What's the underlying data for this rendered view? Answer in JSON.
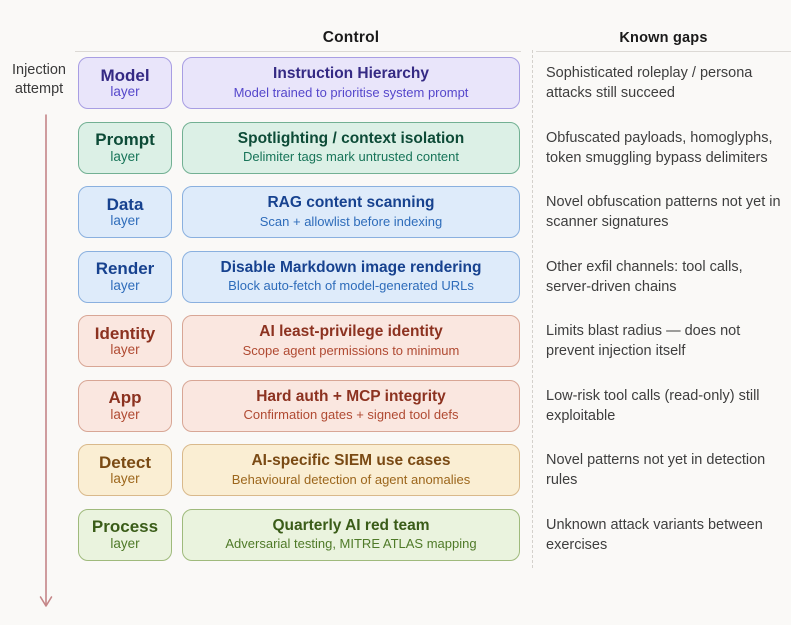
{
  "header": {
    "control_label": "Control",
    "known_gaps_label": "Known gaps"
  },
  "injection_label": "Injection\nattempt",
  "colors": {
    "page_background": "#faf9f7",
    "header_text": "#1a1a1a",
    "gap_text": "#3e3e3e",
    "injection_arrow": "#c48587",
    "divider": "#d4d1cc",
    "header_rule": "#dcd9d5"
  },
  "rows": [
    {
      "layer": "Model",
      "layer_sub": "layer",
      "control_title": "Instruction Hierarchy",
      "control_sub": "Model trained to prioritise system prompt",
      "gap": "Sophisticated roleplay / persona attacks still succeed",
      "colors": {
        "bg": "#e9e5fa",
        "border": "#a89ee3",
        "title": "#352a84",
        "sub": "#5547cb"
      }
    },
    {
      "layer": "Prompt",
      "layer_sub": "layer",
      "control_title": "Spotlighting / context isolation",
      "control_sub": "Delimiter tags mark untrusted content",
      "gap": "Obfuscated payloads, homoglyphs, token smuggling bypass delimiters",
      "colors": {
        "bg": "#dcf0e6",
        "border": "#72b093",
        "title": "#0d4b37",
        "sub": "#177458"
      }
    },
    {
      "layer": "Data",
      "layer_sub": "layer",
      "control_title": "RAG content scanning",
      "control_sub": "Scan + allowlist before indexing",
      "gap": "Novel obfuscation patterns not yet in scanner signatures",
      "colors": {
        "bg": "#deebfa",
        "border": "#8ab0df",
        "title": "#17428f",
        "sub": "#2e6cba"
      }
    },
    {
      "layer": "Render",
      "layer_sub": "layer",
      "control_title": "Disable Markdown image rendering",
      "control_sub": "Block auto-fetch of model-generated URLs",
      "gap": "Other exfil channels: tool calls, server-driven chains",
      "colors": {
        "bg": "#deebfa",
        "border": "#8ab0df",
        "title": "#17428f",
        "sub": "#2e6cba"
      }
    },
    {
      "layer": "Identity",
      "layer_sub": "layer",
      "control_title": "AI least-privilege identity",
      "control_sub": "Scope agent permissions to minimum",
      "gap": "Limits blast radius — does not prevent injection itself",
      "colors": {
        "bg": "#fae7e0",
        "border": "#d8a695",
        "title": "#8c3220",
        "sub": "#b04a32"
      }
    },
    {
      "layer": "App",
      "layer_sub": "layer",
      "control_title": "Hard auth + MCP integrity",
      "control_sub": "Confirmation gates + signed tool defs",
      "gap": "Low-risk tool calls (read-only) still exploitable",
      "colors": {
        "bg": "#fae7e0",
        "border": "#d8a695",
        "title": "#8c3220",
        "sub": "#b04a32"
      }
    },
    {
      "layer": "Detect",
      "layer_sub": "layer",
      "control_title": "AI-specific SIEM use cases",
      "control_sub": "Behavioural detection of agent anomalies",
      "gap": "Novel patterns not yet in detection rules",
      "colors": {
        "bg": "#faeed3",
        "border": "#d9b98b",
        "title": "#7a4a14",
        "sub": "#9c661c"
      }
    },
    {
      "layer": "Process",
      "layer_sub": "layer",
      "control_title": "Quarterly AI red team",
      "control_sub": "Adversarial testing, MITRE ATLAS mapping",
      "gap": "Unknown attack variants between exercises",
      "colors": {
        "bg": "#eaf3de",
        "border": "#9fba7c",
        "title": "#3a5c18",
        "sub": "#4f7a28"
      }
    }
  ]
}
